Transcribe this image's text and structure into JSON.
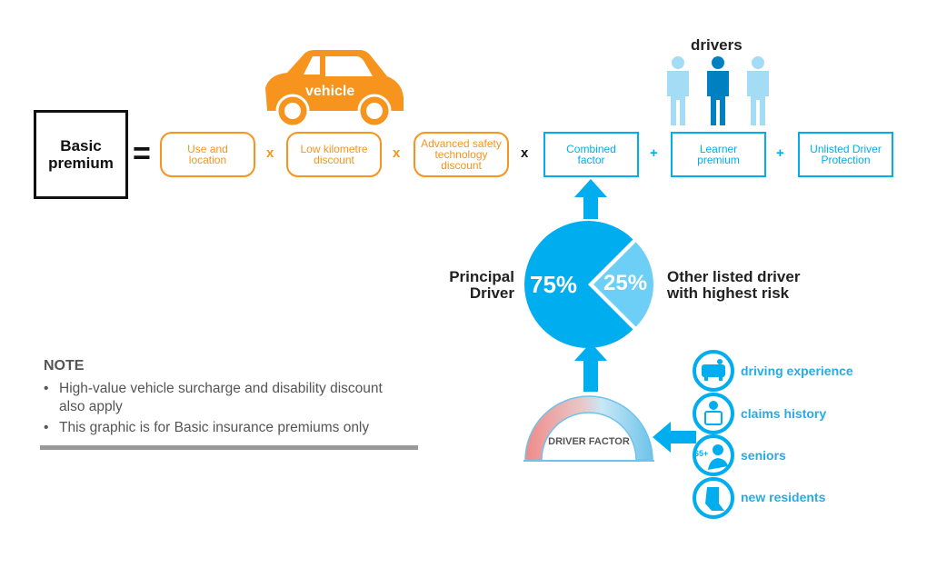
{
  "formula": {
    "basic_premium": "Basic\npremium",
    "equals": "=",
    "vehicle_label": "vehicle",
    "drivers_label": "drivers",
    "vehicle_factors": [
      "Use and\nlocation",
      "Low kilometre\ndiscount",
      "Advanced safety\ntechnology\ndiscount"
    ],
    "driver_factors": [
      "Combined\nfactor",
      "Learner\npremium",
      "Unlisted Driver\nProtection"
    ],
    "ops": [
      "x",
      "x",
      "x",
      "+",
      "+"
    ]
  },
  "pie": {
    "principal_label": "Principal\nDriver",
    "principal_value": "75%",
    "principal_pct": 75,
    "other_label": "Other listed driver\nwith highest risk",
    "other_value": "25%",
    "other_pct": 25
  },
  "gauge": {
    "label": "DRIVER FACTOR"
  },
  "factors": [
    {
      "label": "driving experience",
      "icon": "car-driver-icon"
    },
    {
      "label": "claims history",
      "icon": "mechanic-icon"
    },
    {
      "label": "seniors",
      "icon": "senior-icon",
      "badge": "65+"
    },
    {
      "label": "new residents",
      "icon": "province-map-icon"
    }
  ],
  "note": {
    "title": "NOTE",
    "bullets": [
      "High-value vehicle surcharge and disability discount also apply",
      "This graphic is for Basic insurance premiums only"
    ]
  },
  "colors": {
    "orange": "#f7941d",
    "blue": "#00aeef",
    "light_blue": "#6dcff6",
    "grey": "#999999"
  }
}
